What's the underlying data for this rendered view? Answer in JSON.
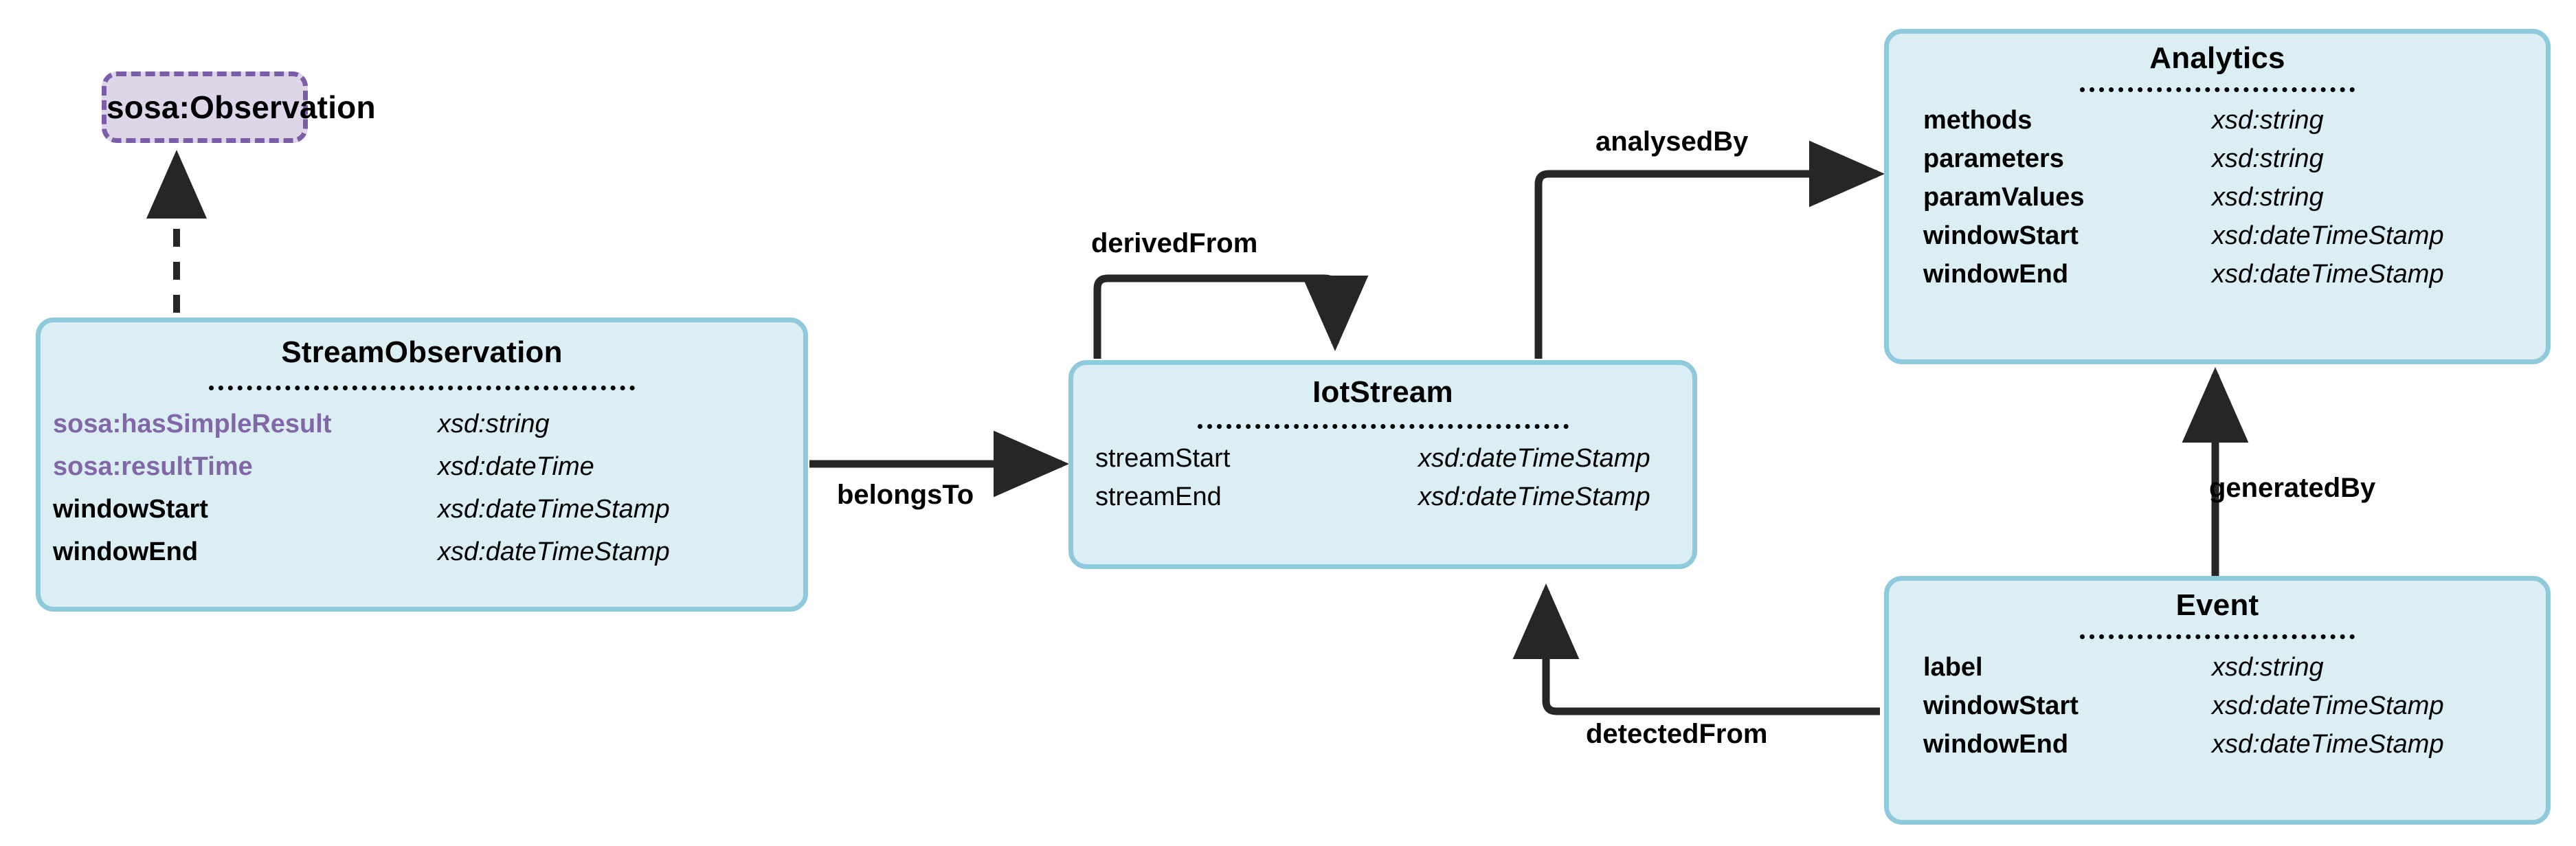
{
  "diagram": {
    "title": "IoT Stream Observation Ontology Class Diagram",
    "colors": {
      "class_fill": "#daeef3",
      "class_stroke": "#8ecadb",
      "external_fill": "#ddd5e8",
      "external_stroke": "#7b5ea7",
      "inherited_property": "#8167a8",
      "edge": "#262626",
      "background": "#ffffff"
    },
    "nodes": [
      {
        "id": "observation",
        "title": "sosa:Observation",
        "style": "external-dashed",
        "attributes": []
      },
      {
        "id": "streamobservation",
        "title": "StreamObservation",
        "style": "class",
        "attributes": [
          {
            "name": "sosa:hasSimpleResult",
            "type": "xsd:string",
            "inherited": true,
            "bold": true
          },
          {
            "name": "sosa:resultTime",
            "type": "xsd:dateTime",
            "inherited": true,
            "bold": true
          },
          {
            "name": "windowStart",
            "type": "xsd:dateTimeStamp",
            "inherited": false,
            "bold": true
          },
          {
            "name": "windowEnd",
            "type": "xsd:dateTimeStamp",
            "inherited": false,
            "bold": true
          }
        ]
      },
      {
        "id": "iotstream",
        "title": "IotStream",
        "style": "class",
        "attributes": [
          {
            "name": "streamStart",
            "type": "xsd:dateTimeStamp",
            "inherited": false,
            "bold": false
          },
          {
            "name": "streamEnd",
            "type": "xsd:dateTimeStamp",
            "inherited": false,
            "bold": false
          }
        ]
      },
      {
        "id": "analytics",
        "title": "Analytics",
        "style": "class",
        "attributes": [
          {
            "name": "methods",
            "type": "xsd:string",
            "inherited": false,
            "bold": true
          },
          {
            "name": "parameters",
            "type": "xsd:string",
            "inherited": false,
            "bold": true
          },
          {
            "name": "paramValues",
            "type": "xsd:string",
            "inherited": false,
            "bold": true
          },
          {
            "name": "windowStart",
            "type": "xsd:dateTimeStamp",
            "inherited": false,
            "bold": true
          },
          {
            "name": "windowEnd",
            "type": "xsd:dateTimeStamp",
            "inherited": false,
            "bold": true
          }
        ]
      },
      {
        "id": "event",
        "title": "Event",
        "style": "class",
        "attributes": [
          {
            "name": "label",
            "type": "xsd:string",
            "inherited": false,
            "bold": true
          },
          {
            "name": "windowStart",
            "type": "xsd:dateTimeStamp",
            "inherited": false,
            "bold": true
          },
          {
            "name": "windowEnd",
            "type": "xsd:dateTimeStamp",
            "inherited": false,
            "bold": true
          }
        ]
      }
    ],
    "edges": [
      {
        "id": "subclassof",
        "label": "",
        "from": "streamobservation",
        "to": "observation",
        "style": "dashed-arrow"
      },
      {
        "id": "belongsto",
        "label": "belongsTo",
        "from": "streamobservation",
        "to": "iotstream",
        "style": "solid-arrow"
      },
      {
        "id": "derivedfrom",
        "label": "derivedFrom",
        "from": "iotstream",
        "to": "iotstream",
        "style": "self-loop-arrow"
      },
      {
        "id": "analysedby",
        "label": "analysedBy",
        "from": "iotstream",
        "to": "analytics",
        "style": "solid-arrow"
      },
      {
        "id": "generatedby",
        "label": "generatedBy",
        "from": "event",
        "to": "analytics",
        "style": "solid-arrow"
      },
      {
        "id": "detectedfrom",
        "label": "detectedFrom",
        "from": "event",
        "to": "iotstream",
        "style": "solid-arrow"
      }
    ]
  }
}
